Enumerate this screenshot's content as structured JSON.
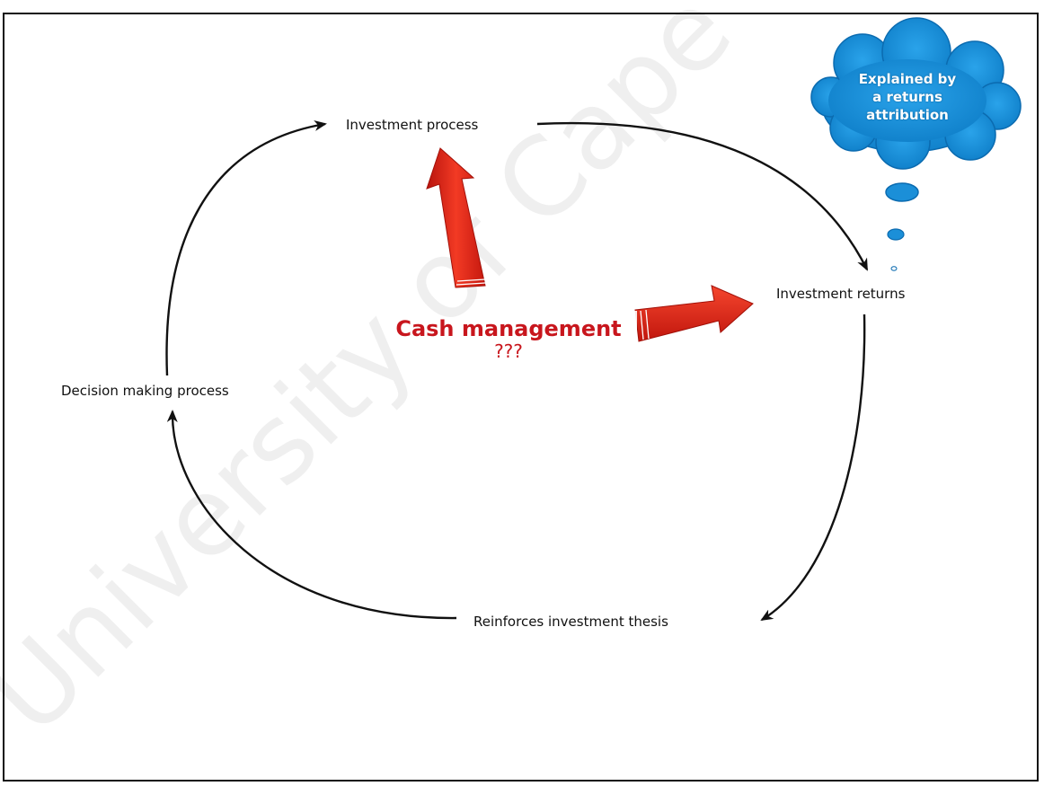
{
  "diagram": {
    "nodes": {
      "investment_process": "Investment process",
      "investment_returns": "Investment returns",
      "reinforces": "Reinforces investment thesis",
      "decision_making": "Decision making process"
    },
    "center_label": {
      "line1": "Cash management",
      "line2": "???"
    },
    "cloud": {
      "line1": "Explained by",
      "line2": "a returns",
      "line3": "attribution"
    },
    "colors": {
      "accent_red": "#c8161d",
      "arrow_red": "#ee2a1b",
      "cloud_blue": "#1b8fd8",
      "cloud_dark": "#0b6bb0",
      "cycle_arrow": "#111111"
    }
  },
  "watermark": {
    "text": "University of Cape Town"
  }
}
